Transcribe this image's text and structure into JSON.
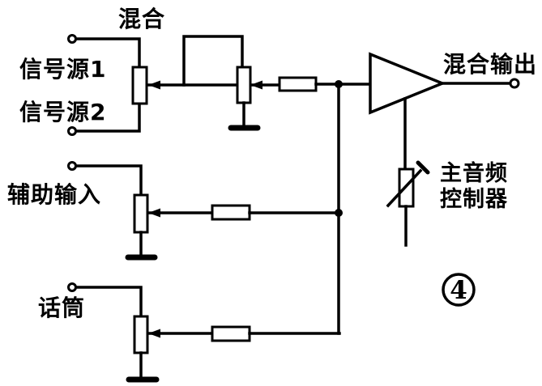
{
  "canvas": {
    "background": "#ffffff",
    "ink_color": "#000000"
  },
  "labels": {
    "mix": "混合",
    "signal_source_1": "信号源1",
    "signal_source_2": "信号源2",
    "aux_input": "辅助输入",
    "microphone": "话筒",
    "mixed_output": "混合输出",
    "master_audio_line1": "主音频",
    "master_audio_line2": "控制器",
    "figure_number": "4"
  },
  "components": {
    "input_terminals": [
      "signal-source-1",
      "signal-source-2",
      "aux-input",
      "microphone"
    ],
    "output_terminal": "mixed-output",
    "potentiometers": [
      "signal-balance-pot",
      "mix-pot",
      "aux-level-pot",
      "mic-level-pot"
    ],
    "summing_resistors": 3,
    "amplifier": "triangle-op-amp",
    "variable_resistor": "master-audio-controller"
  }
}
